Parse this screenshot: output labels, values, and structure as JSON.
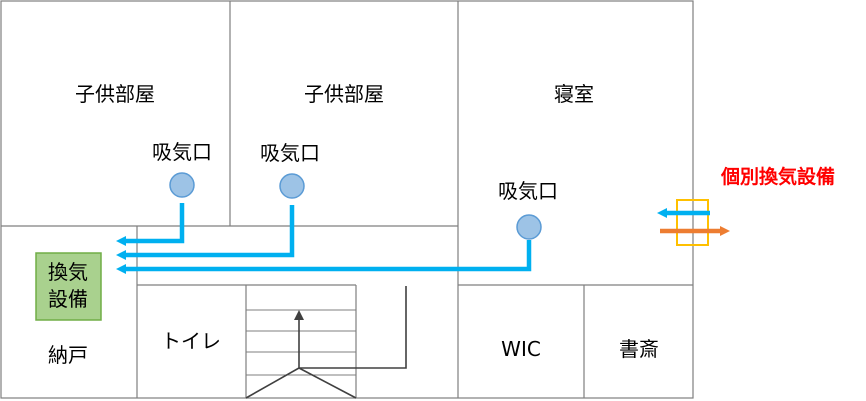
{
  "rooms": {
    "child_room_1": "子供部屋",
    "child_room_2": "子供部屋",
    "bedroom": "寝室",
    "toilet": "トイレ",
    "closet": "納戸",
    "wic": "WIC",
    "study": "書斎"
  },
  "intakes": {
    "child_room_1": "吸気口",
    "child_room_2": "吸気口",
    "bedroom": "吸気口"
  },
  "equipment": {
    "central_line1": "換気",
    "central_line2": "設備",
    "individual": "個別換気設備"
  },
  "colors": {
    "wall": "#7f7f7f",
    "duct": "#00b0f0",
    "intake_fill": "#9dc3e6",
    "intake_stroke": "#5b9bd5",
    "equipment_fill": "#a9d18e",
    "equipment_stroke": "#70ad47",
    "exhaust": "#ed7d31",
    "unit_frame": "#ffc000",
    "label_red": "#ff0000",
    "stairs": "#404040",
    "text": "#000000"
  }
}
